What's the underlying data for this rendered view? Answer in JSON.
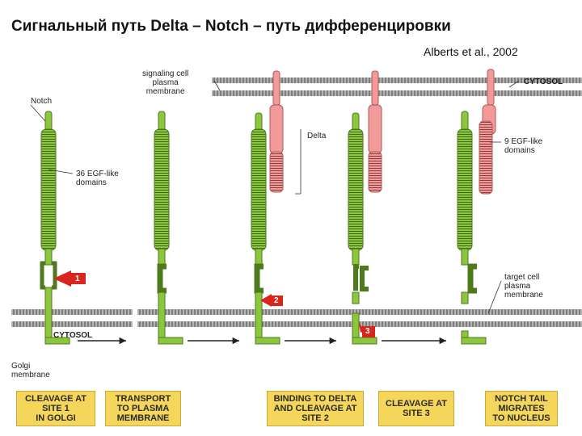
{
  "title": "Сигнальный путь Delta – Notch – путь дифференцировки",
  "credit": "Alberts et al., 2002",
  "labels": {
    "notch": "Notch",
    "signaling_membrane": "signaling cell\nplasma\nmembrane",
    "cytosol_top": "CYTOSOL",
    "delta": "Delta",
    "egf_notch": "36 EGF-like\ndomains",
    "egf_delta": "9 EGF-like\ndomains",
    "target_membrane": "target cell\nplasma\nmembrane",
    "cytosol_bottom": "CYTOSOL",
    "golgi_membrane": "Golgi\nmembrane"
  },
  "sites": [
    "1",
    "2",
    "3"
  ],
  "steps": [
    "CLEAVAGE AT\nSITE 1\nIN GOLGI",
    "TRANSPORT\nTO PLASMA\nMEMBRANE",
    "BINDING TO DELTA\nAND CLEAVAGE AT\nSITE 2",
    "CLEAVAGE AT\nSITE 3",
    "NOTCH TAIL\nMIGRATES\nTO NUCLEUS"
  ],
  "colors": {
    "notch": "#8cc63f",
    "notch_dark": "#4e7a1c",
    "delta": "#f29a9a",
    "delta_dark": "#b35858",
    "membrane": "#9a9a9a",
    "arrow": "#d9261c",
    "badge": "#f4d65a"
  }
}
